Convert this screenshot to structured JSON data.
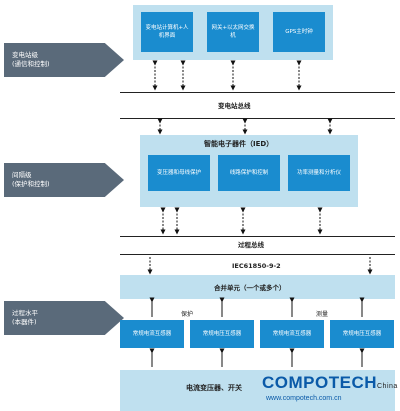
{
  "levels": {
    "station": {
      "line1": "变电站级",
      "line2": "(通信和控制)"
    },
    "bay": {
      "line1": "间隔级",
      "line2": "(保护和控制)"
    },
    "process": {
      "line1": "过程水平",
      "line2": "(本器件)"
    }
  },
  "station_boxes": [
    "变电站计算机+人机界面",
    "网关+以太网交换机",
    "GPS主时钟"
  ],
  "station_bus": "变电站总线",
  "ied_title": "智能电子器件（IED）",
  "ied_boxes": [
    "变压器和母线保护",
    "线路保护和控制",
    "功率测量和分析仪"
  ],
  "process_bus": "过程总线",
  "iec_label": "IEC61850-9-2",
  "merging_unit": "合并单元（一个或多个）",
  "protection_label": "保护",
  "measurement_label": "测量",
  "sensor_boxes": [
    "常规电流互感器",
    "常规电压互感器",
    "常规电流互感器",
    "常规电压互感器"
  ],
  "bottom_label": "电流变压器、开关",
  "watermark": {
    "brand": "COMPOTECH",
    "suffix": "China",
    "url": "www.compotech.com.cn"
  },
  "colors": {
    "box": "#1a8ccf",
    "panel": "#bfe0ef",
    "arrow": "#5a6a7a",
    "watermark": "#0a5aa8"
  }
}
